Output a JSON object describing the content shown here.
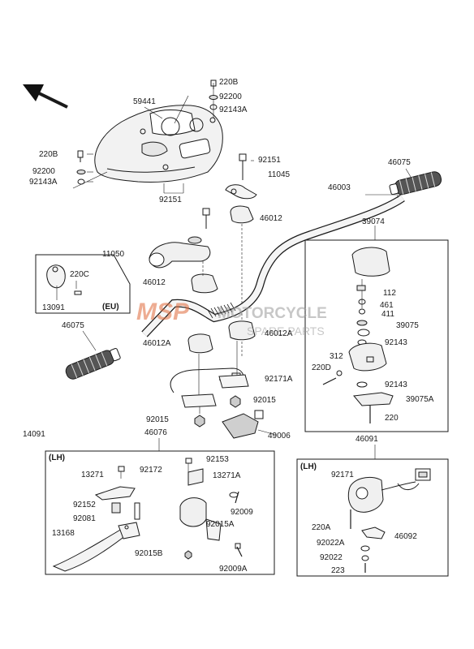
{
  "watermark": {
    "logo_text": "MSP",
    "brand_text": "MOTORCYCLE",
    "sub_text": "SPARE PARTS"
  },
  "labels": {
    "p220B_top": "220B",
    "p92200_top": "92200",
    "p92143A_top": "92143A",
    "p59441": "59441",
    "p220B_left": "220B",
    "p92200_left": "92200",
    "p92143A_left": "92143A",
    "p92151_top": "92151",
    "p46075_right": "46075",
    "p11045": "11045",
    "p46003": "46003",
    "p92151_mid": "92151",
    "p46012_right": "46012",
    "p39074": "39074",
    "p11050": "11050",
    "p220C": "220C",
    "p46012_left": "46012",
    "p13091": "13091",
    "eu": "(EU)",
    "p112": "112",
    "p461": "461",
    "p411": "411",
    "p39075": "39075",
    "p46075_left": "46075",
    "p46012A_right": "46012A",
    "p46012A_left": "46012A",
    "p92143_a": "92143",
    "p312": "312",
    "p220D": "220D",
    "p92143_b": "92143",
    "p92171A": "92171A",
    "p39075A": "39075A",
    "p92015_right": "92015",
    "p92015_left": "92015",
    "p220_r": "220",
    "p49006": "49006",
    "p14091": "14091",
    "p46076": "46076",
    "p46091": "46091",
    "lh_left": "(LH)",
    "p92153": "92153",
    "p92172": "92172",
    "p13271": "13271",
    "p13271A": "13271A",
    "p92152": "92152",
    "p92009": "92009",
    "p92081": "92081",
    "p92015A": "92015A",
    "p13168": "13168",
    "p92015B": "92015B",
    "p92009A": "92009A",
    "lh_right": "(LH)",
    "p92171": "92171",
    "p220A": "220A",
    "p46092": "46092",
    "p92022A": "92022A",
    "p92022": "92022",
    "p223": "223"
  }
}
